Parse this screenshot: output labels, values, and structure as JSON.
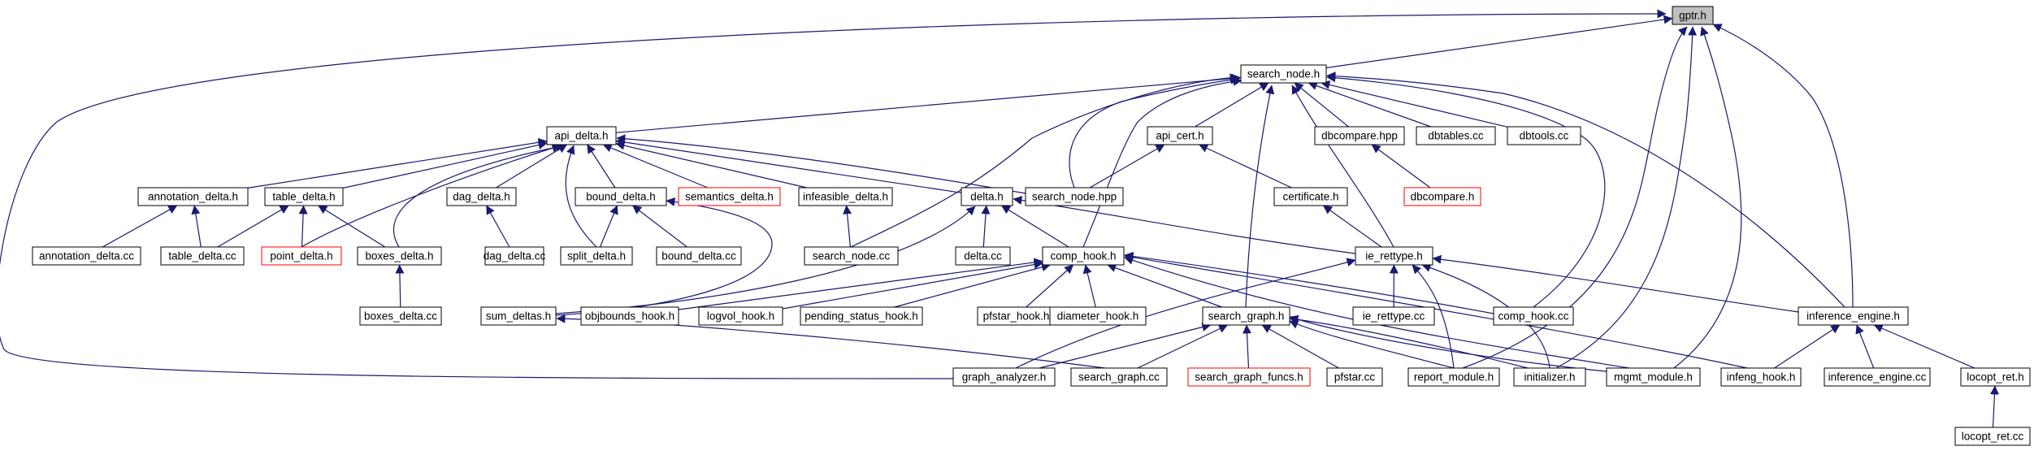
{
  "diagram": {
    "nodes": [
      {
        "id": "gptr_h",
        "label": "gptr.h",
        "style": "gray"
      },
      {
        "id": "search_node_h",
        "label": "search_node.h"
      },
      {
        "id": "api_delta_h",
        "label": "api_delta.h"
      },
      {
        "id": "api_cert_h",
        "label": "api_cert.h"
      },
      {
        "id": "dbcompare_hpp",
        "label": "dbcompare.hpp"
      },
      {
        "id": "dbtables_cc",
        "label": "dbtables.cc"
      },
      {
        "id": "dbtools_cc",
        "label": "dbtools.cc"
      },
      {
        "id": "annotation_delta_h",
        "label": "annotation_delta.h"
      },
      {
        "id": "table_delta_h",
        "label": "table_delta.h"
      },
      {
        "id": "dag_delta_h",
        "label": "dag_delta.h"
      },
      {
        "id": "bound_delta_h",
        "label": "bound_delta.h"
      },
      {
        "id": "semantics_delta_h",
        "label": "semantics_delta.h",
        "style": "red"
      },
      {
        "id": "infeasible_delta_h",
        "label": "infeasible_delta.h"
      },
      {
        "id": "delta_h",
        "label": "delta.h"
      },
      {
        "id": "search_node_hpp",
        "label": "search_node.hpp"
      },
      {
        "id": "certificate_h",
        "label": "certificate.h"
      },
      {
        "id": "dbcompare",
        "label": "dbcompare.h",
        "style": "red"
      },
      {
        "id": "annotation_delta_cc",
        "label": "annotation_delta.cc"
      },
      {
        "id": "table_delta_cc",
        "label": "table_delta.cc"
      },
      {
        "id": "point_delta_h",
        "label": "point_delta.h",
        "style": "red"
      },
      {
        "id": "boxes_delta_h",
        "label": "boxes_delta.h"
      },
      {
        "id": "dag_delta_cc",
        "label": "dag_delta.cc"
      },
      {
        "id": "split_delta_h",
        "label": "split_delta.h"
      },
      {
        "id": "bound_delta_cc",
        "label": "bound_delta.cc"
      },
      {
        "id": "search_node_cc",
        "label": "search_node.cc"
      },
      {
        "id": "delta_cc",
        "label": "delta.cc"
      },
      {
        "id": "comp_hook_h",
        "label": "comp_hook.h"
      },
      {
        "id": "ie_rettype_h",
        "label": "ie_rettype.h"
      },
      {
        "id": "boxes_delta_cc",
        "label": "boxes_delta.cc"
      },
      {
        "id": "sum_deltas_h",
        "label": "sum_deltas.h"
      },
      {
        "id": "objbounds_hook_h",
        "label": "objbounds_hook.h"
      },
      {
        "id": "logvol_hook_h",
        "label": "logvol_hook.h"
      },
      {
        "id": "pending_status_hook_h",
        "label": "pending_status_hook.h"
      },
      {
        "id": "pfstar_hook_h",
        "label": "pfstar_hook.h"
      },
      {
        "id": "diameter_hook_h",
        "label": "diameter_hook.h"
      },
      {
        "id": "search_graph_h",
        "label": "search_graph.h"
      },
      {
        "id": "ie_rettype_cc",
        "label": "ie_rettype.cc"
      },
      {
        "id": "comp_hook_cc",
        "label": "comp_hook.cc"
      },
      {
        "id": "inference_engine_h",
        "label": "inference_engine.h"
      },
      {
        "id": "graph_analyzer_h",
        "label": "graph_analyzer.h"
      },
      {
        "id": "search_graph_cc",
        "label": "search_graph.cc"
      },
      {
        "id": "search_graph_funcs_h",
        "label": "search_graph_funcs.h",
        "style": "red"
      },
      {
        "id": "pfstar_cc",
        "label": "pfstar.cc"
      },
      {
        "id": "report_module_h",
        "label": "report_module.h"
      },
      {
        "id": "initializer_h",
        "label": "initializer.h"
      },
      {
        "id": "mgmt_module_h",
        "label": "mgmt_module.h"
      },
      {
        "id": "infeng_hook_h",
        "label": "infeng_hook.h"
      },
      {
        "id": "inference_engine_cc",
        "label": "inference_engine.cc"
      },
      {
        "id": "locopt_ret_h",
        "label": "locopt_ret.h"
      },
      {
        "id": "locopt_ret_cc",
        "label": "locopt_ret.cc"
      }
    ],
    "edges": [
      [
        "search_node_h",
        "gptr_h"
      ],
      [
        "graph_analyzer_h",
        "gptr_h"
      ],
      [
        "report_module_h",
        "gptr_h"
      ],
      [
        "initializer_h",
        "gptr_h"
      ],
      [
        "mgmt_module_h",
        "gptr_h"
      ],
      [
        "inference_engine_h",
        "gptr_h"
      ],
      [
        "api_delta_h",
        "search_node_h"
      ],
      [
        "api_cert_h",
        "search_node_h"
      ],
      [
        "dbcompare_hpp",
        "search_node_h"
      ],
      [
        "dbtables_cc",
        "search_node_h"
      ],
      [
        "dbtools_cc",
        "search_node_h"
      ],
      [
        "search_node_hpp",
        "search_node_h"
      ],
      [
        "search_node_cc",
        "search_node_h"
      ],
      [
        "comp_hook_h",
        "search_node_h"
      ],
      [
        "ie_rettype_h",
        "search_node_h"
      ],
      [
        "search_graph_h",
        "search_node_h"
      ],
      [
        "comp_hook_cc",
        "search_node_h"
      ],
      [
        "inference_engine_h",
        "search_node_h"
      ],
      [
        "annotation_delta_h",
        "api_delta_h"
      ],
      [
        "table_delta_h",
        "api_delta_h"
      ],
      [
        "dag_delta_h",
        "api_delta_h"
      ],
      [
        "bound_delta_h",
        "api_delta_h"
      ],
      [
        "semantics_delta_h",
        "api_delta_h"
      ],
      [
        "infeasible_delta_h",
        "api_delta_h"
      ],
      [
        "delta_h",
        "api_delta_h"
      ],
      [
        "search_node_hpp",
        "api_delta_h"
      ],
      [
        "point_delta_h",
        "api_delta_h"
      ],
      [
        "boxes_delta_h",
        "api_delta_h"
      ],
      [
        "split_delta_h",
        "api_delta_h"
      ],
      [
        "search_node_hpp",
        "api_cert_h"
      ],
      [
        "certificate_h",
        "api_cert_h"
      ],
      [
        "dbcompare",
        "dbcompare_hpp"
      ],
      [
        "annotation_delta_cc",
        "annotation_delta_h"
      ],
      [
        "table_delta_cc",
        "annotation_delta_h"
      ],
      [
        "table_delta_cc",
        "table_delta_h"
      ],
      [
        "point_delta_h",
        "table_delta_h"
      ],
      [
        "boxes_delta_h",
        "table_delta_h"
      ],
      [
        "dag_delta_cc",
        "dag_delta_h"
      ],
      [
        "split_delta_h",
        "bound_delta_h"
      ],
      [
        "bound_delta_cc",
        "bound_delta_h"
      ],
      [
        "sum_deltas_h",
        "bound_delta_h"
      ],
      [
        "search_node_cc",
        "infeasible_delta_h"
      ],
      [
        "delta_cc",
        "delta_h"
      ],
      [
        "comp_hook_h",
        "delta_h"
      ],
      [
        "ie_rettype_h",
        "delta_h"
      ],
      [
        "sum_deltas_h",
        "delta_h"
      ],
      [
        "ie_rettype_h",
        "certificate_h"
      ],
      [
        "boxes_delta_cc",
        "boxes_delta_h"
      ],
      [
        "objbounds_hook_h",
        "comp_hook_h"
      ],
      [
        "logvol_hook_h",
        "comp_hook_h"
      ],
      [
        "pending_status_hook_h",
        "comp_hook_h"
      ],
      [
        "pfstar_hook_h",
        "comp_hook_h"
      ],
      [
        "diameter_hook_h",
        "comp_hook_h"
      ],
      [
        "search_graph_h",
        "comp_hook_h"
      ],
      [
        "comp_hook_cc",
        "comp_hook_h"
      ],
      [
        "mgmt_module_h",
        "comp_hook_h"
      ],
      [
        "infeng_hook_h",
        "comp_hook_h"
      ],
      [
        "ie_rettype_cc",
        "ie_rettype_h"
      ],
      [
        "inference_engine_h",
        "ie_rettype_h"
      ],
      [
        "graph_analyzer_h",
        "ie_rettype_h"
      ],
      [
        "report_module_h",
        "ie_rettype_h"
      ],
      [
        "initializer_h",
        "ie_rettype_h"
      ],
      [
        "search_graph_cc",
        "sum_deltas_h"
      ],
      [
        "graph_analyzer_h",
        "search_graph_h"
      ],
      [
        "search_graph_cc",
        "search_graph_h"
      ],
      [
        "search_graph_funcs_h",
        "search_graph_h"
      ],
      [
        "pfstar_cc",
        "search_graph_h"
      ],
      [
        "report_module_h",
        "search_graph_h"
      ],
      [
        "initializer_h",
        "search_graph_h"
      ],
      [
        "mgmt_module_h",
        "search_graph_h"
      ],
      [
        "infeng_hook_h",
        "inference_engine_h"
      ],
      [
        "inference_engine_cc",
        "inference_engine_h"
      ],
      [
        "locopt_ret_h",
        "inference_engine_h"
      ],
      [
        "locopt_ret_cc",
        "locopt_ret_h"
      ]
    ]
  }
}
